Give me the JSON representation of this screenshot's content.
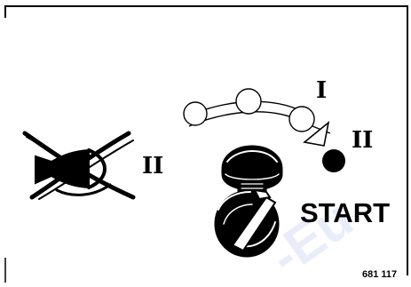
{
  "labels": {
    "horn_position": "II",
    "key_position_one": "I",
    "key_position_two": "II",
    "start": "START",
    "figure_number": "681 117"
  },
  "watermark": "-Eu",
  "icons": {
    "horn": "horn-crossed-out-icon",
    "ignition_key": "ignition-key-icon",
    "rotation_arc": "key-positions-arc-icon",
    "start_dot": "start-position-dot-icon"
  },
  "colors": {
    "line": "#000000",
    "background": "#ffffff",
    "watermark": "#2a4fd0"
  }
}
